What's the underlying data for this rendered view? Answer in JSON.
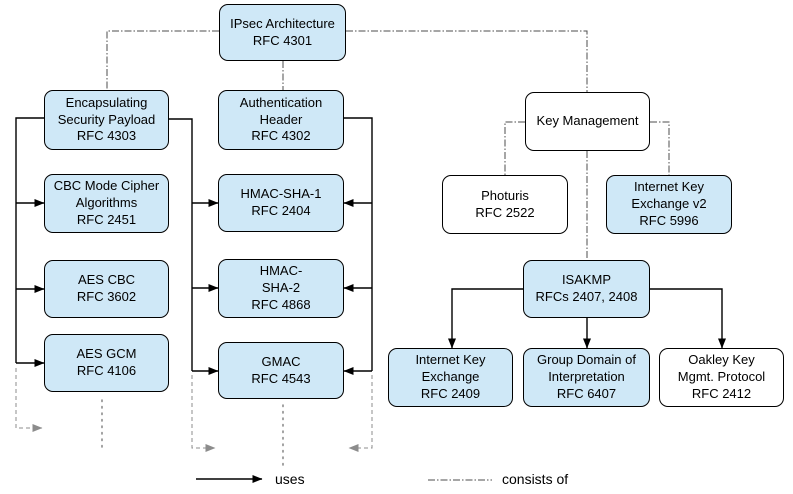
{
  "nodes": {
    "ipsec": {
      "label": "IPsec Architecture\nRFC 4301"
    },
    "esp": {
      "label": "Encapsulating\nSecurity Payload\nRFC 4303"
    },
    "cbc": {
      "label": "CBC Mode Cipher\nAlgorithms\nRFC 2451"
    },
    "aescbc": {
      "label": "AES CBC\nRFC 3602"
    },
    "aesgcm": {
      "label": "AES GCM\nRFC 4106"
    },
    "ah": {
      "label": "Authentication\nHeader\nRFC 4302"
    },
    "hmac1": {
      "label": "HMAC-SHA-1\nRFC 2404"
    },
    "hmac2": {
      "label": "HMAC-\nSHA-2\nRFC 4868"
    },
    "gmac": {
      "label": "GMAC\nRFC 4543"
    },
    "km": {
      "label": "Key Management"
    },
    "photuris": {
      "label": "Photuris\nRFC 2522"
    },
    "ikev2": {
      "label": "Internet Key\nExchange v2\nRFC 5996"
    },
    "isakmp": {
      "label": "ISAKMP\nRFCs 2407, 2408"
    },
    "ike": {
      "label": "Internet Key\nExchange\nRFC 2409"
    },
    "gdoi": {
      "label": "Group Domain of\nInterpretation\nRFC 6407"
    },
    "oakley": {
      "label": "Oakley Key\nMgmt. Protocol\nRFC 2412"
    }
  },
  "legend": {
    "uses": "uses",
    "consists_of": "consists of"
  },
  "edges": {
    "consists_of": [
      [
        "ipsec",
        "esp"
      ],
      [
        "ipsec",
        "ah"
      ],
      [
        "ipsec",
        "km"
      ],
      [
        "km",
        "photuris"
      ],
      [
        "km",
        "ikev2"
      ],
      [
        "km",
        "isakmp"
      ]
    ],
    "uses": [
      [
        "esp",
        "cbc"
      ],
      [
        "esp",
        "aescbc"
      ],
      [
        "esp",
        "aesgcm"
      ],
      [
        "esp",
        "hmac1"
      ],
      [
        "esp",
        "hmac2"
      ],
      [
        "esp",
        "gmac"
      ],
      [
        "ah",
        "hmac1"
      ],
      [
        "ah",
        "hmac2"
      ],
      [
        "ah",
        "gmac"
      ],
      [
        "isakmp",
        "ike"
      ],
      [
        "isakmp",
        "gdoi"
      ],
      [
        "isakmp",
        "oakley"
      ]
    ]
  },
  "colors": {
    "node_fill_blue": "#cfe8f7",
    "node_fill_white": "#ffffff",
    "node_border": "#000000",
    "uses_line": "#000000",
    "consists_of_line": "#4d4d4d",
    "continuation_line": "#8c8c8c"
  }
}
